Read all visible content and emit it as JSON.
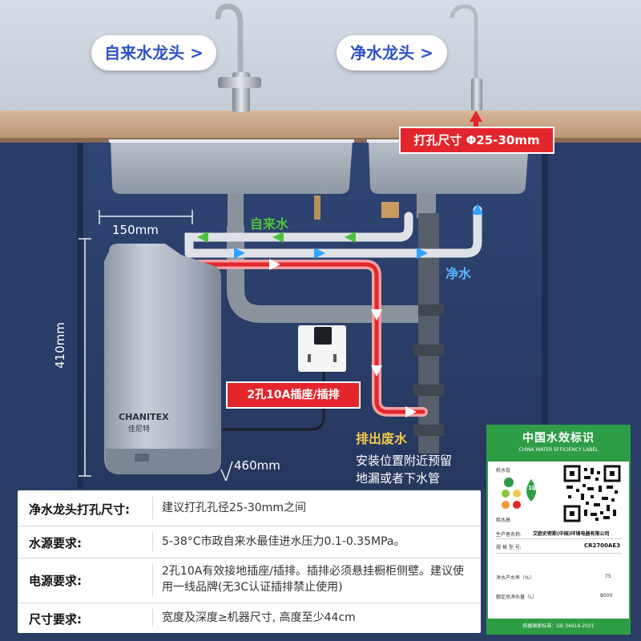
{
  "callouts": {
    "tap_water_faucet": "自来水龙头 >",
    "purified_faucet": "净水龙头 >",
    "hole_size": "打孔尺寸 Φ25-30mm",
    "tap_water": "自来水",
    "purified_water": "净水",
    "socket": "2孔10A插座/插排",
    "drain": "排出废水",
    "drain_note_1": "安装位置附近预留",
    "drain_note_2": "地漏或者下水管"
  },
  "dimensions": {
    "width": "150mm",
    "height": "410mm",
    "depth": "460mm"
  },
  "product": {
    "brand": "CHANITEX",
    "brand_cn": "佳尼特"
  },
  "specs": [
    {
      "key": "净水龙头打孔尺寸:",
      "value": "建议打孔孔径25-30mm之间"
    },
    {
      "key": "水源要求:",
      "value": "5-38°C市政自来水最佳进水压力0.1-0.35MPa。"
    },
    {
      "key": "电源要求:",
      "value": "2孔10A有效接地插座/插排。插排必须悬挂橱柜侧壁。建议使用一线品牌(无3C认证插排禁止使用)"
    },
    {
      "key": "尺寸要求:",
      "value": "宽度及深度≥机器尺寸, 高度至少44cm"
    }
  ],
  "efficiency_label": {
    "title_cn": "中国水效标识",
    "title_en": "CHINA WATER EFFICIENCY LABEL",
    "low": "耗水低",
    "high": "耗水高",
    "grade": "1级",
    "producer_key": "生产者名称:",
    "producer_val": "艾欧史密斯(中国)环境电器有限公司",
    "model_key": "规 格 型 号:",
    "model_val": "CR2700AE3",
    "rate_key": "净水产水率（%）",
    "rate_val": "75",
    "volume_key": "额定总净水量（L）",
    "volume_val": "8000",
    "standard": "依据国家标准：GB 34914-2021"
  },
  "colors": {
    "tap_line": "#dfe3e8",
    "tap_arrow": "#4fc23c",
    "pure_arrow": "#2fa3ff",
    "drain_line": "#e3262b",
    "label_green": "#2e9e46"
  }
}
